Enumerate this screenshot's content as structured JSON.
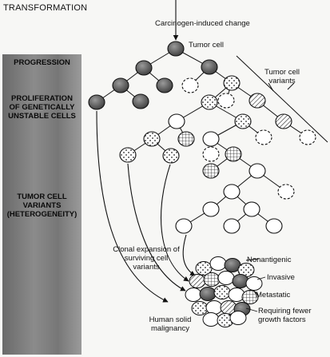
{
  "header": {
    "transformation": "TRANSFORMATION",
    "carcinogen_change": "Carcinogen-induced change"
  },
  "stages": {
    "progression": "PROGRESSION",
    "proliferation": [
      "PROLIFERATION",
      "OF GENETICALLY",
      "UNSTABLE CELLS"
    ],
    "variants": [
      "TUMOR CELL",
      "VARIANTS",
      "(HETEROGENEITY)"
    ]
  },
  "labels": {
    "tumor_cell": "Tumor cell",
    "tumor_cell_variants": [
      "Tumor cell",
      "variants"
    ],
    "clonal_expansion": [
      "Clonal expansion of",
      "surviving cell",
      "variants"
    ],
    "human_malignancy": [
      "Human solid",
      "malignancy"
    ],
    "nonantigenic": "Nonantigenic",
    "invasive": "Invasive",
    "metastatic": "Metastatic",
    "fewer_growth_factors": [
      "Requiring fewer",
      "growth factors"
    ]
  }
}
